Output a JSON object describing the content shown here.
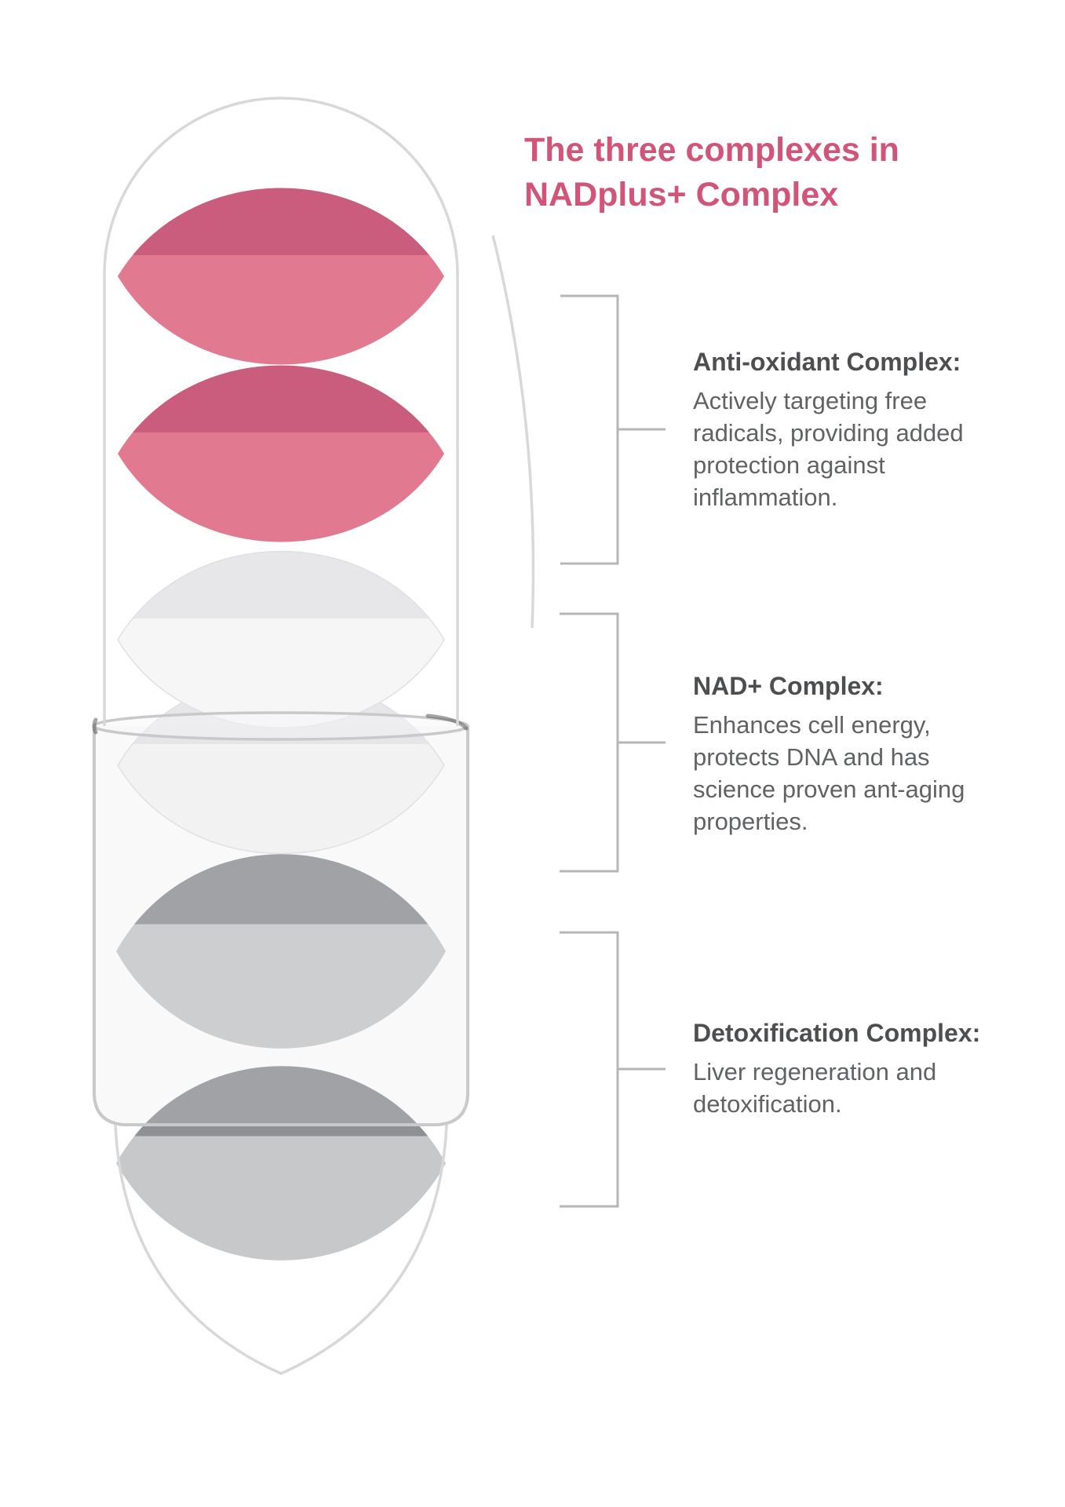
{
  "title": {
    "text": "The three complexes in\nNADplus+ Complex"
  },
  "sections": [
    {
      "id": "antioxidant",
      "heading": "Anti-oxidant Complex:",
      "body": "Actively targeting free\nradicals, providing added\nprotection against\ninflammation.",
      "tablet_count": 2,
      "tablet_color_name": "pink"
    },
    {
      "id": "nad",
      "heading": "NAD+ Complex:",
      "body": "Enhances cell energy,\nprotects DNA and has\nscience proven ant-aging\nproperties.",
      "tablet_count": 2,
      "tablet_color_name": "white"
    },
    {
      "id": "detox",
      "heading": "Detoxification Complex:",
      "body": "Liver regeneration and\ndetoxification.",
      "tablet_count": 2,
      "tablet_color_name": "gray"
    }
  ],
  "colors": {
    "title_pink": "#d05578",
    "heading_gray": "#4c4e50",
    "body_gray": "#606264",
    "bracket_gray": "#b6b6b7",
    "capsule_outline": "#d8d8d9",
    "glass_stroke": "#c8c9cb",
    "pink_top": "#ca5d7d",
    "pink_body": "#e17a90",
    "white_top": "#e7e7e9",
    "white_body": "#f6f6f7",
    "gray_top": "#8f9093",
    "gray_body": "#c7c8ca"
  }
}
